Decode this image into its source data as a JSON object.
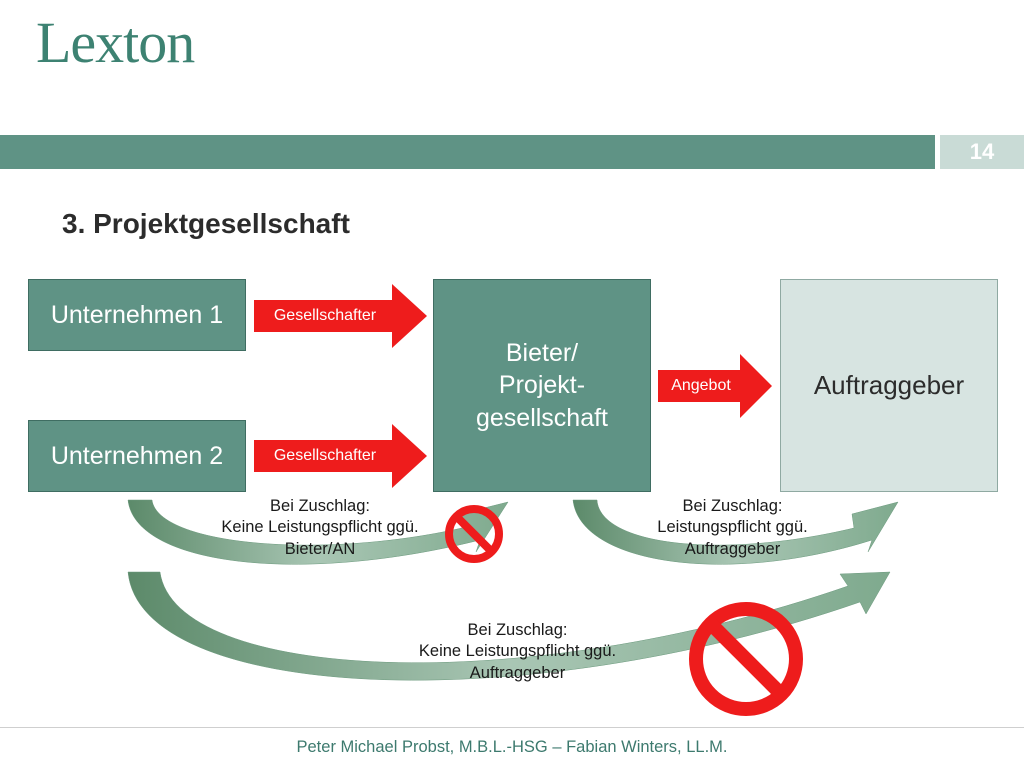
{
  "logo": {
    "text": "Lexton"
  },
  "header": {
    "page_number": "14"
  },
  "slide": {
    "title": "3. Projektgesellschaft"
  },
  "diagram": {
    "unternehmen1": "Unternehmen 1",
    "unternehmen2": "Unternehmen 2",
    "bieter_line1": "Bieter/",
    "bieter_line2": "Projekt-",
    "bieter_line3": "gesellschaft",
    "auftraggeber": "Auftraggeber",
    "arrow_gesellschafter_1": "Gesellschafter",
    "arrow_gesellschafter_2": "Gesellschafter",
    "arrow_angebot": "Angebot",
    "note_bieter": [
      "Bei Zuschlag:",
      "Keine Leistungspflicht ggü.",
      "Bieter/AN"
    ],
    "note_auftraggeber": [
      "Bei Zuschlag:",
      "Leistungspflicht ggü.",
      "Auftraggeber"
    ],
    "note_bottom": [
      "Bei Zuschlag:",
      "Keine Leistungspflicht ggü.",
      "Auftraggeber"
    ]
  },
  "footer": {
    "text": "Peter Michael Probst, M.B.L.-HSG – Fabian Winters, LL.M."
  },
  "colors": {
    "brand_green": "#5f9385",
    "box_light": "#d7e4e1",
    "arrow_red": "#ee1c1c",
    "curve_green": "#7fa58c"
  }
}
